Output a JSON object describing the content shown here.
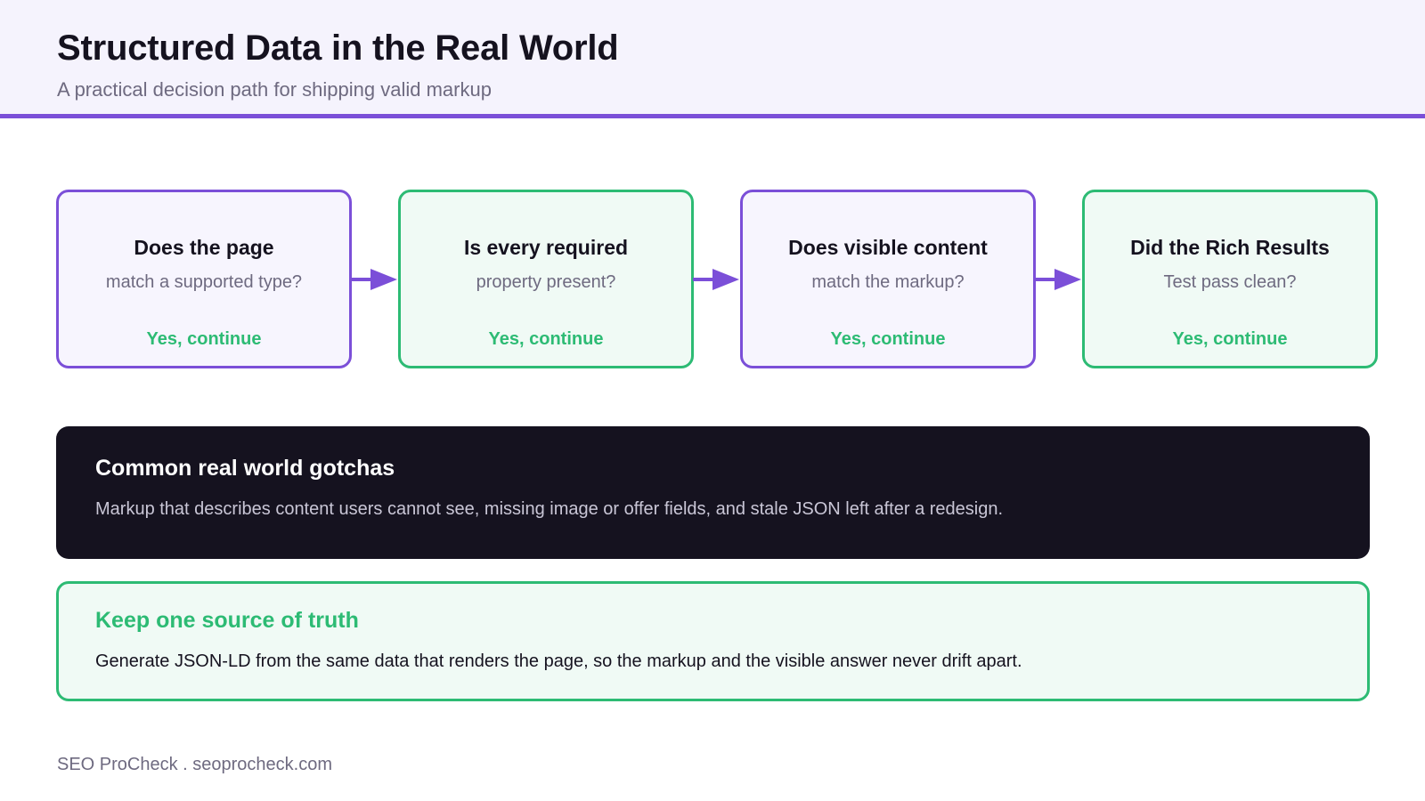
{
  "header": {
    "title": "Structured Data in the Real World",
    "subtitle": "A practical decision path for shipping valid markup"
  },
  "steps": [
    {
      "title": "Does the page",
      "subtitle": "match a supported type?",
      "outcome": "Yes, continue"
    },
    {
      "title": "Is every required",
      "subtitle": "property present?",
      "outcome": "Yes, continue"
    },
    {
      "title": "Does visible content",
      "subtitle": "match the markup?",
      "outcome": "Yes, continue"
    },
    {
      "title": "Did the Rich Results",
      "subtitle": "Test pass clean?",
      "outcome": "Yes, continue"
    }
  ],
  "gotchas": {
    "title": "Common real world gotchas",
    "body": "Markup that describes content users cannot see, missing image or offer fields, and stale JSON left after a redesign."
  },
  "truth": {
    "title": "Keep one source of truth",
    "body": "Generate JSON-LD from the same data that renders the page, so the markup and the visible answer never drift apart."
  },
  "footer": {
    "text": "SEO ProCheck . seoprocheck.com"
  },
  "colors": {
    "purple": "#7b4fd8",
    "green": "#2dbb74",
    "dark": "#15121f"
  }
}
